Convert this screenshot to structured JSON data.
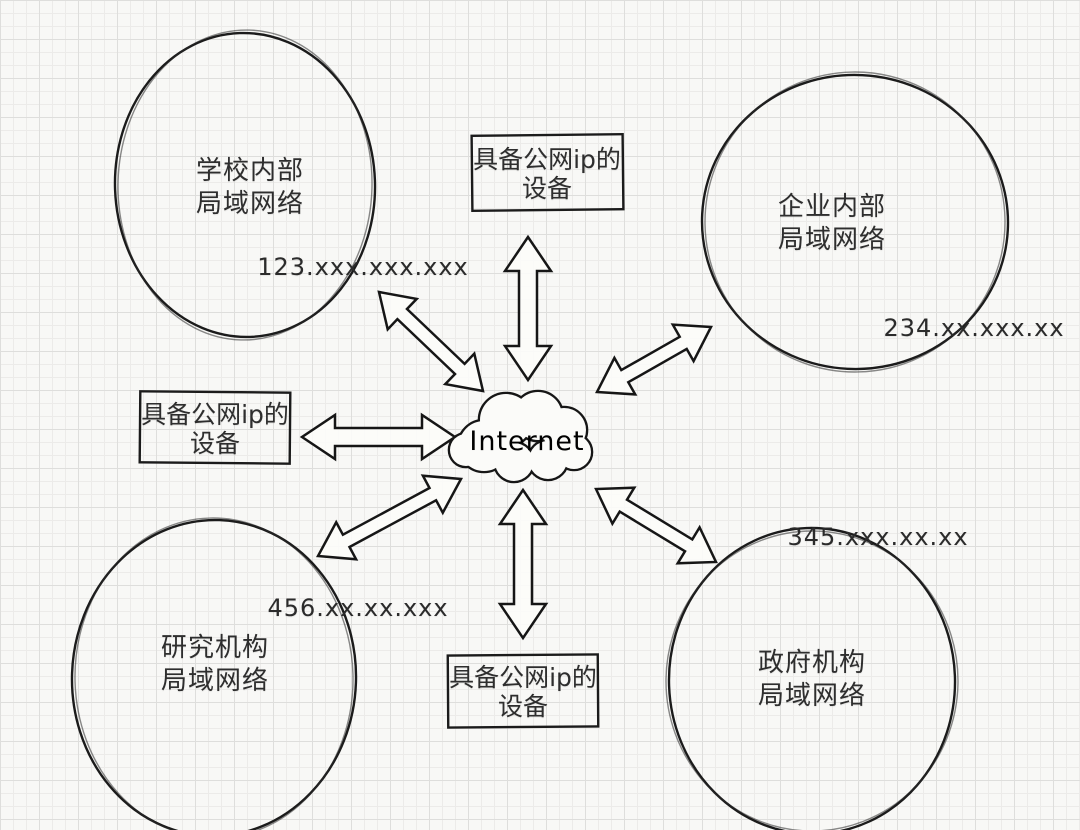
{
  "canvas": {
    "paper_color": "#f8f8f6",
    "grid_minor_color": "#ecebe9",
    "grid_major_color": "#dededc",
    "ink_color": "#1b1b1b",
    "text_color": "#2e2e2e"
  },
  "center_node": {
    "label": "Internet"
  },
  "networks": [
    {
      "name": "school-lan",
      "label_line1": "学校内部",
      "label_line2": "局域网络",
      "ip": "123.xxx.xxx.xxx"
    },
    {
      "name": "enterprise-lan",
      "label_line1": "企业内部",
      "label_line2": "局域网络",
      "ip": "234.xx.xxx.xx"
    },
    {
      "name": "research-lan",
      "label_line1": "研究机构",
      "label_line2": "局域网络",
      "ip": "456.xx.xx.xxx"
    },
    {
      "name": "government-lan",
      "label_line1": "政府机构",
      "label_line2": "局域网络",
      "ip": "345.xxx.xx.xx"
    }
  ],
  "device_boxes": [
    {
      "name": "public-ip-device-top",
      "label_line1": "具备公网ip的",
      "label_line2": "设备"
    },
    {
      "name": "public-ip-device-left",
      "label_line1": "具备公网ip的",
      "label_line2": "设备"
    },
    {
      "name": "public-ip-device-bottom",
      "label_line1": "具备公网ip的",
      "label_line2": "设备"
    }
  ]
}
